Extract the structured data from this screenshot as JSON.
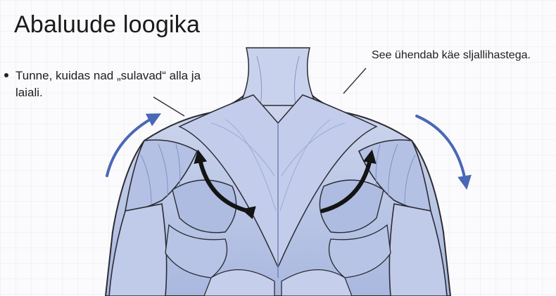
{
  "slide": {
    "title": "Abaluude loogika",
    "bullet_text": "Tunne, kuidas nad „sulavad“ alla ja laiali.",
    "annotation_right": "See ühendab käe sljallihastega."
  },
  "colors": {
    "muscle_fill": "#b9c6e6",
    "muscle_shadow": "#7f93c9",
    "outline": "#2b2b33",
    "flow_arrow": "#4a68b5",
    "bold_arrow": "#141414"
  },
  "illustration": {
    "subject": "shoulder-blade-back-muscles",
    "icons": [
      "arrow-icon",
      "arrow-icon",
      "flow-arrow-icon",
      "flow-arrow-icon",
      "pointer-line-icon",
      "pointer-line-icon"
    ]
  }
}
